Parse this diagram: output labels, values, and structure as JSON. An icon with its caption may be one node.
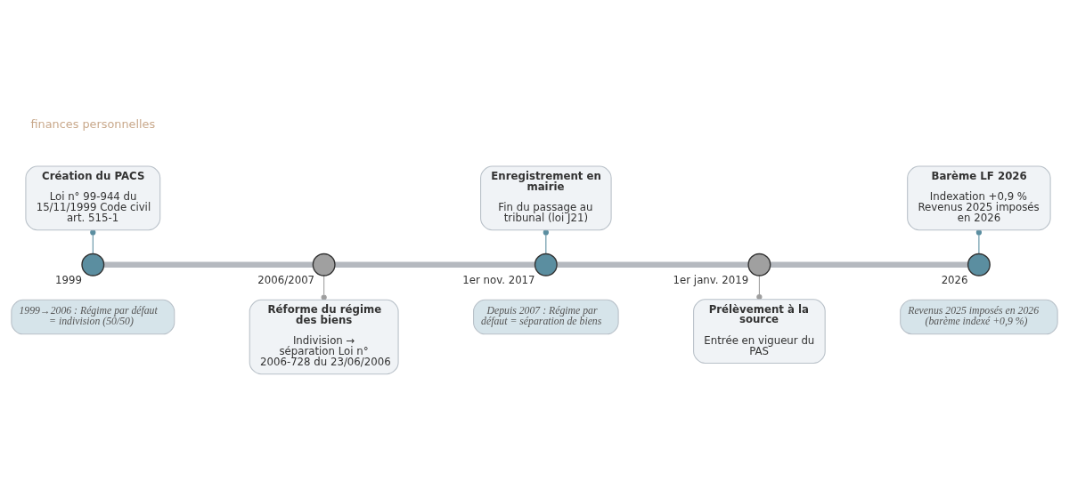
{
  "diagram": {
    "nodes": [
      {
        "text": [],
        "shape": "circle",
        "beside": [
          "1999"
        ]
      },
      {
        "text": [],
        "shape": "circle",
        "beside": [
          "2006/2007"
        ]
      },
      {
        "text": [],
        "shape": "circle",
        "beside": [
          "1er nov. 2017"
        ]
      },
      {
        "text": [],
        "shape": "circle",
        "beside": [
          "1er janv. 2019"
        ]
      },
      {
        "text": [],
        "shape": "circle",
        "beside": [
          "2026"
        ]
      },
      {
        "text": [
          "Création du PACS",
          "Loi n° 99-944 du 15/11/1999 Code civil art. 515-1"
        ]
      },
      {
        "text": [
          "Réforme du régime des biens",
          "Indivision → séparation Loi n° 2006-728 du 23/06/2006"
        ]
      },
      {
        "text": [
          "Enregistrement en mairie",
          "Fin du passage au tribunal (loi J21)"
        ]
      },
      {
        "text": [
          "Prélèvement à la source",
          "Entrée en vigueur du PAS"
        ]
      },
      {
        "text": [
          "Barème LF 2026",
          "Indexation +0,9 % Revenus 2025 imposés en 2026"
        ]
      }
    ],
    "edges": [
      {
        "from": 0,
        "to": 1,
        "arrow": "none",
        "style": "thick"
      },
      {
        "from": 1,
        "to": 2,
        "arrow": "none",
        "style": "thick"
      },
      {
        "from": 2,
        "to": 3,
        "arrow": "none",
        "style": "thick"
      },
      {
        "from": 3,
        "to": 4,
        "arrow": "none",
        "style": "thick"
      },
      {
        "from": 5,
        "to": 0,
        "arrow": "other",
        "color": "#5b8ea0"
      },
      {
        "from": 1,
        "to": 6,
        "arrow": "other",
        "color": "#9e9e9e"
      },
      {
        "from": 7,
        "to": 2,
        "arrow": "other",
        "color": "#5b8ea0"
      },
      {
        "from": 3,
        "to": 8,
        "arrow": "other",
        "color": "#9e9e9e"
      },
      {
        "from": 9,
        "to": 4,
        "arrow": "other",
        "color": "#5b8ea0"
      }
    ],
    "labels": [
      "finances personnelles",
      "1999→2006 : Régime par défaut = indivision (50/50)",
      "Depuis 2007 : Régime par défaut = séparation de biens",
      "Revenus 2025 imposés en 2026 (barème indexé +0,9 %)"
    ]
  }
}
